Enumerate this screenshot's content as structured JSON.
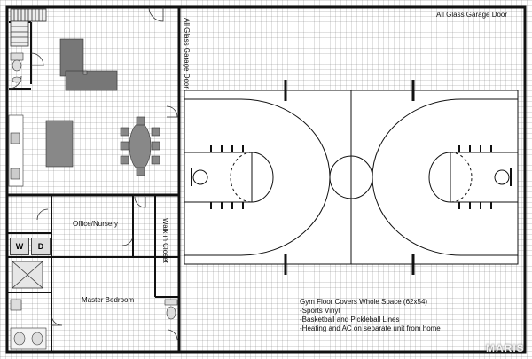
{
  "labels": {
    "glass_door_top": "All Glass Garage Door",
    "glass_door_side": "All Glass Garage Door",
    "office": "Office/Nursery",
    "walk_in_closet": "Walk in Closet",
    "master_bedroom": "Master Bedroom",
    "washer": "W",
    "dryer": "D"
  },
  "notes": [
    "Gym Floor Covers Whole Space (62x54)",
    "-Sports Vinyl",
    "-Basketball and Pickleball Lines",
    "-Heating and AC on separate unit from home"
  ],
  "watermark": "MARIS",
  "colors": {
    "wall": "#111111",
    "floor_grid": "#b0b0b0",
    "fixture": "#888888"
  }
}
